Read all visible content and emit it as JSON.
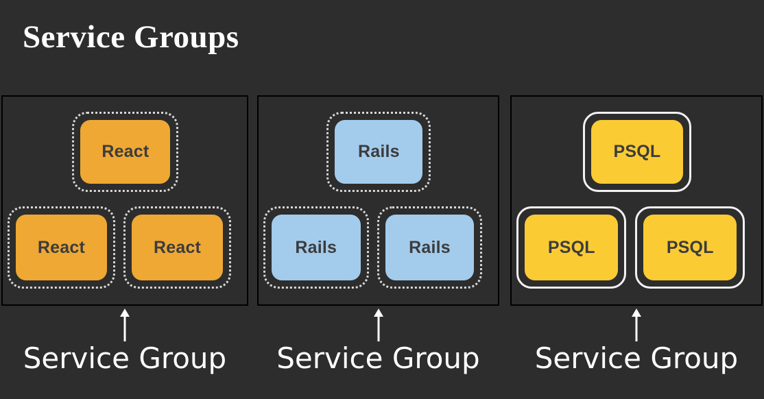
{
  "slide": {
    "title": "Service Groups",
    "background_color": "#2d2d2d",
    "title_color": "#ffffff"
  },
  "groups": [
    {
      "id": "react-group",
      "caption": "Service Group",
      "border_color": "#000000",
      "node_fill": "#efa833",
      "node_text_color": "#3c3c3c",
      "outline_style": "dotted",
      "outline_color": "#d8d8d8",
      "nodes": [
        {
          "label": "React",
          "position": "top"
        },
        {
          "label": "React",
          "position": "left"
        },
        {
          "label": "React",
          "position": "right"
        }
      ]
    },
    {
      "id": "rails-group",
      "caption": "Service Group",
      "border_color": "#000000",
      "node_fill": "#a3cbec",
      "node_text_color": "#3c3c3c",
      "outline_style": "dotted",
      "outline_color": "#d8d8d8",
      "nodes": [
        {
          "label": "Rails",
          "position": "top"
        },
        {
          "label": "Rails",
          "position": "left"
        },
        {
          "label": "Rails",
          "position": "right"
        }
      ]
    },
    {
      "id": "psql-group",
      "caption": "Service Group",
      "border_color": "#000000",
      "node_fill": "#fbcb33",
      "node_text_color": "#3c3c3c",
      "outline_style": "solid",
      "outline_color": "#f2f2f2",
      "nodes": [
        {
          "label": "PSQL",
          "position": "top"
        },
        {
          "label": "PSQL",
          "position": "left"
        },
        {
          "label": "PSQL",
          "position": "right"
        }
      ]
    }
  ],
  "arrow": {
    "color": "#ffffff",
    "direction": "up"
  }
}
